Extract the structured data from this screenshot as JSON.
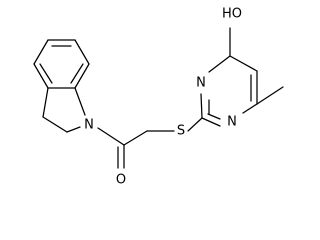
{
  "molecule": {
    "atoms": {
      "hydroxyl": "HO",
      "pyrimidine_n_upper": "N",
      "pyrimidine_n_lower": "N",
      "thioether_s": "S",
      "carbonyl_o": "O",
      "indoline_n": "N"
    }
  }
}
